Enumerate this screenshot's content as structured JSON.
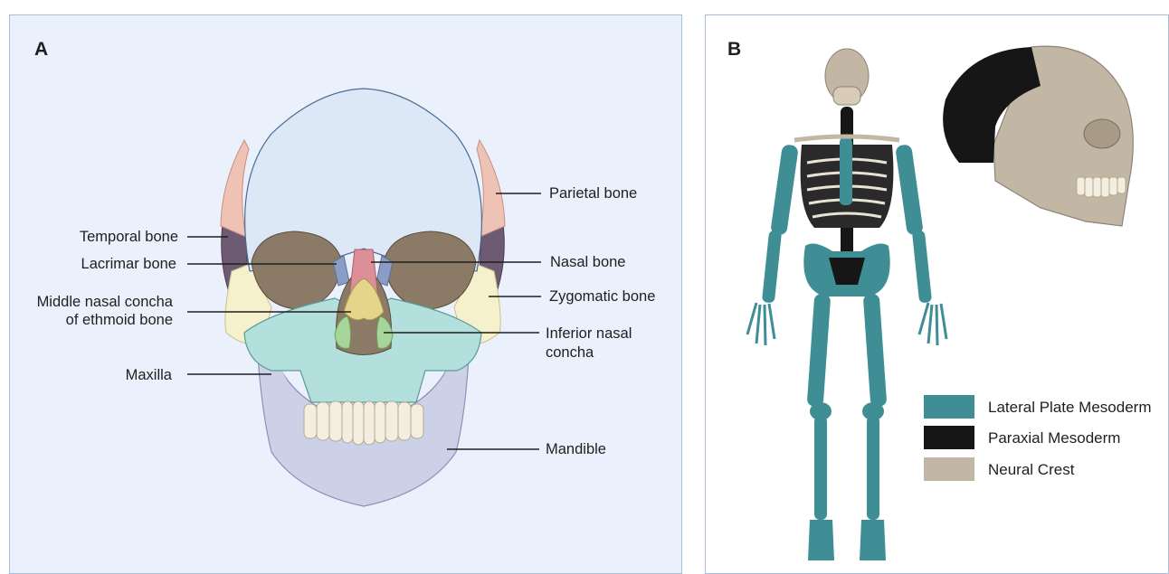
{
  "panel_a": {
    "letter": "A",
    "labels": {
      "parietal": "Parietal bone",
      "temporal": "Temporal bone",
      "lacrimal": "Lacrimar bone",
      "nasal": "Nasal bone",
      "zygomatic": "Zygomatic bone",
      "middle_concha_1": "Middle nasal concha",
      "middle_concha_2": "of ethmoid bone",
      "inferior_concha_1": "Inferior nasal",
      "inferior_concha_2": "concha",
      "maxilla": "Maxilla",
      "mandible": "Mandible"
    }
  },
  "panel_b": {
    "letter": "B",
    "legend": [
      {
        "label": "Lateral Plate Mesoderm",
        "color": "#3f8e96"
      },
      {
        "label": "Paraxial Mesoderm",
        "color": "#161616"
      },
      {
        "label": "Neural Crest",
        "color": "#c2b6a4"
      }
    ]
  },
  "colors": {
    "background": "#eaf1fc",
    "frontal": "#dce8f6",
    "parietal": "#efc2b6",
    "temporal": "#6f5a73",
    "zygomatic": "#f5f1cd",
    "nasal": "#dd8f98",
    "lacrimal": "#8b9cc6",
    "middle_concha": "#e5d58b",
    "inferior_concha": "#a8d59a",
    "maxilla": "#b3e0dc",
    "mandible": "#cdd1e8",
    "orbit": "#8b7a66"
  }
}
